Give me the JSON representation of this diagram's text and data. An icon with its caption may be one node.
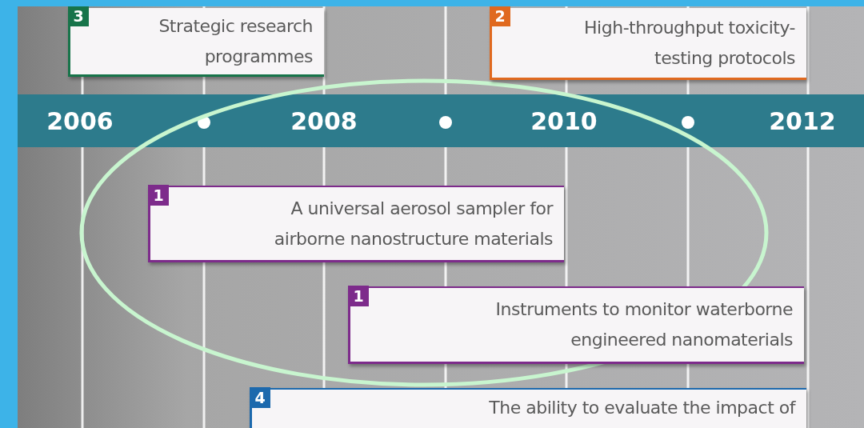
{
  "diagram": {
    "nodes": [
      {
        "text": [
          "3",
          "Strategic research programmes"
        ]
      },
      {
        "text": [
          "2",
          "High-throughput toxicity-testing protocols"
        ]
      },
      {
        "text": [
          "1",
          "A universal aerosol sampler for airborne nanostructure materials"
        ]
      },
      {
        "text": [
          "1",
          "Instruments to monitor waterborne engineered nanomaterials"
        ]
      },
      {
        "text": [
          "4",
          "The ability to evaluate the impact of"
        ]
      }
    ],
    "labels": [
      "2006",
      "2008",
      "2010",
      "2012"
    ]
  }
}
